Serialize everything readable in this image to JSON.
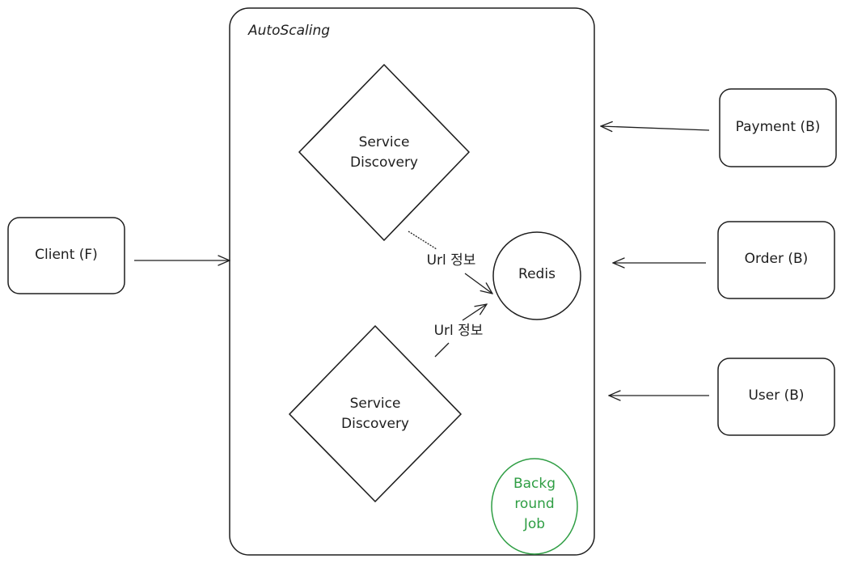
{
  "diagram": {
    "container": {
      "label": "AutoScaling"
    },
    "service_discovery_top": {
      "line1": "Service",
      "line2": "Discovery"
    },
    "service_discovery_bottom": {
      "line1": "Service",
      "line2": "Discovery"
    },
    "redis": {
      "label": "Redis"
    },
    "background_job": {
      "line1": "Backg",
      "line2": "round",
      "line3": "Job",
      "color": "#2f9e44"
    },
    "client": {
      "label": "Client (F)"
    },
    "payment": {
      "label": "Payment (B)"
    },
    "order": {
      "label": "Order (B)"
    },
    "user": {
      "label": "User (B)"
    },
    "edge_top": {
      "label": "Url 정보"
    },
    "edge_bottom": {
      "label": "Url 정보"
    },
    "stroke_color": "#1e1e1e"
  }
}
